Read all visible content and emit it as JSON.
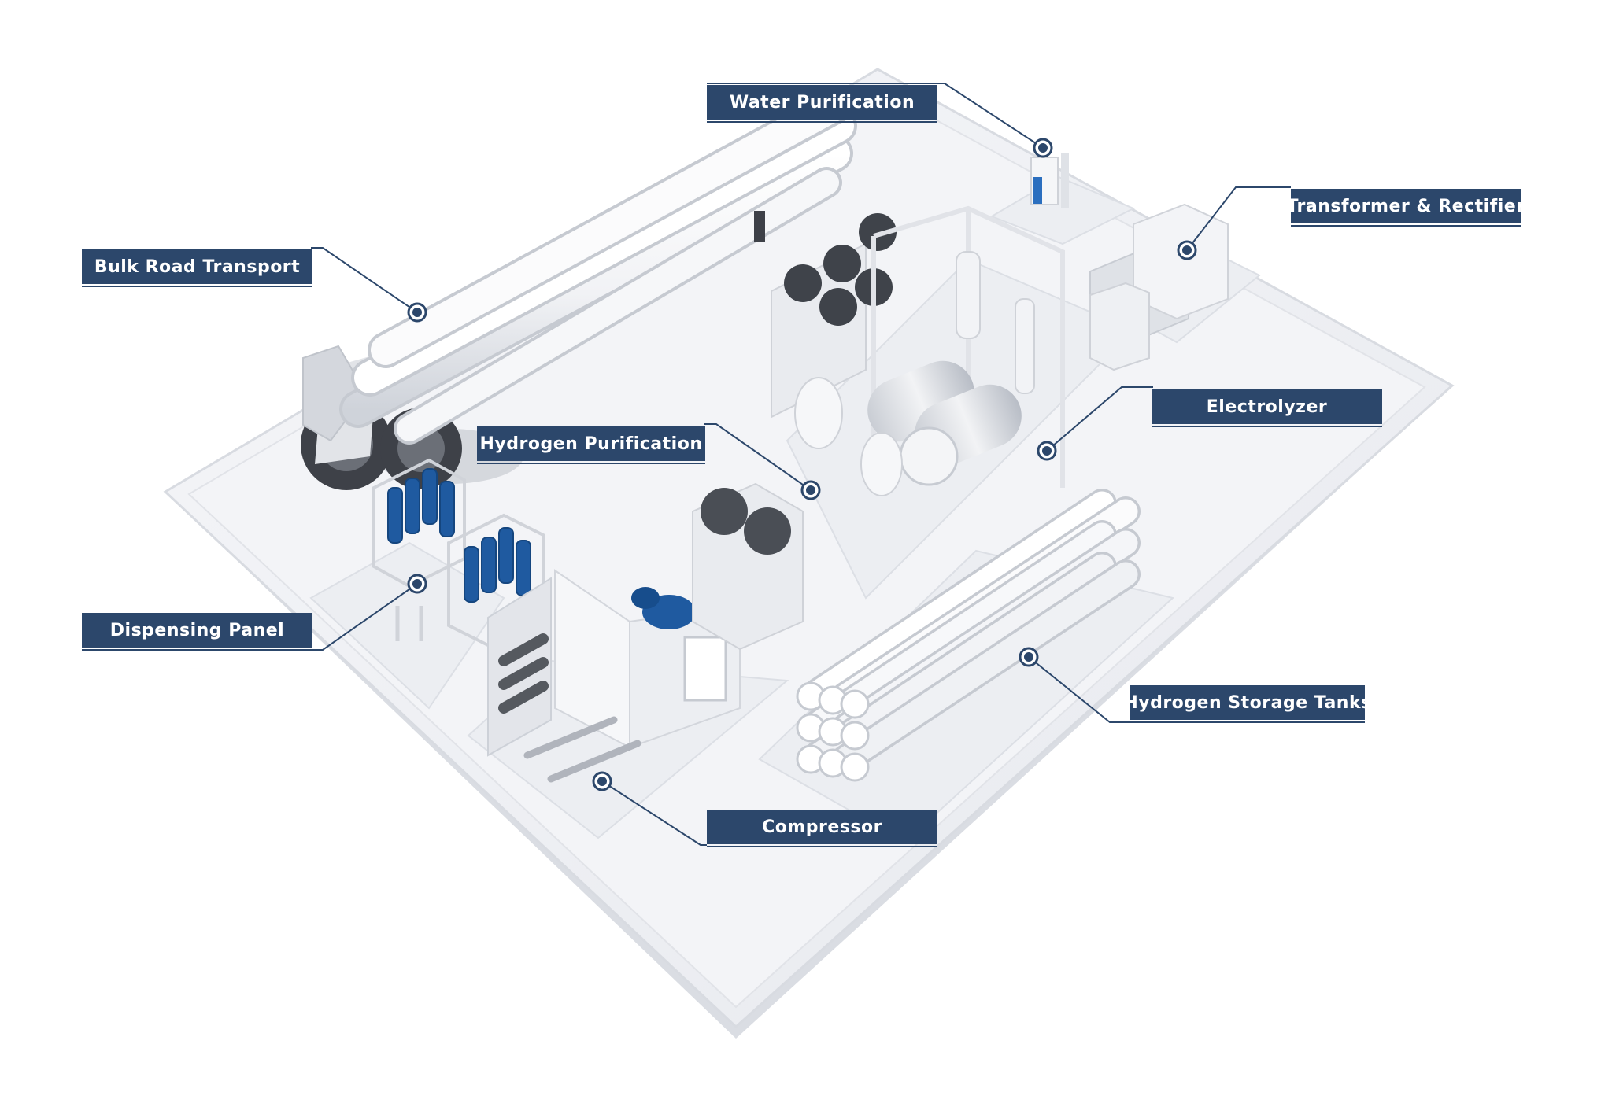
{
  "diagram": {
    "labels": {
      "water_purification": "Water Purification",
      "transformer_rectifier": "Transformer & Rectifier",
      "bulk_road_transport": "Bulk Road Transport",
      "electrolyzer": "Electrolyzer",
      "hydrogen_purification": "Hydrogen Purification",
      "dispensing_panel": "Dispensing Panel",
      "hydrogen_storage_tanks": "Hydrogen Storage Tanks",
      "compressor": "Compressor"
    },
    "colors": {
      "label_bg": "#2c476b",
      "label_text": "#ffffff",
      "leader_line": "#2c476b",
      "equipment_accent": "#1f5aa0",
      "platform": "#eef0f4"
    }
  }
}
